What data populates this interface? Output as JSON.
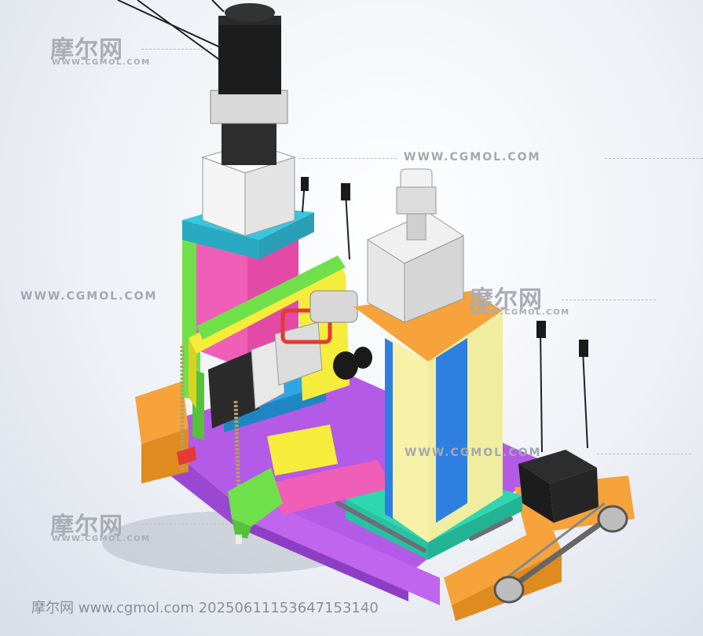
{
  "watermarks": {
    "logo_cn": "摩尔网",
    "logo_sub": "WWW.CGMOL.COM",
    "url": "WWW.CGMOL.COM"
  },
  "footer": {
    "site": "摩尔网 www.cgmol.com",
    "id": "20250611153647153140"
  },
  "colors": {
    "purple": "#b35ae6",
    "orange": "#f5a33a",
    "cyan": "#35c8e0",
    "blue": "#2f7fe0",
    "yellow": "#f5ec3b",
    "pink": "#ef5fb8",
    "green": "#6fe04a",
    "teal": "#2fd6b0",
    "black": "#1c1c1c"
  }
}
